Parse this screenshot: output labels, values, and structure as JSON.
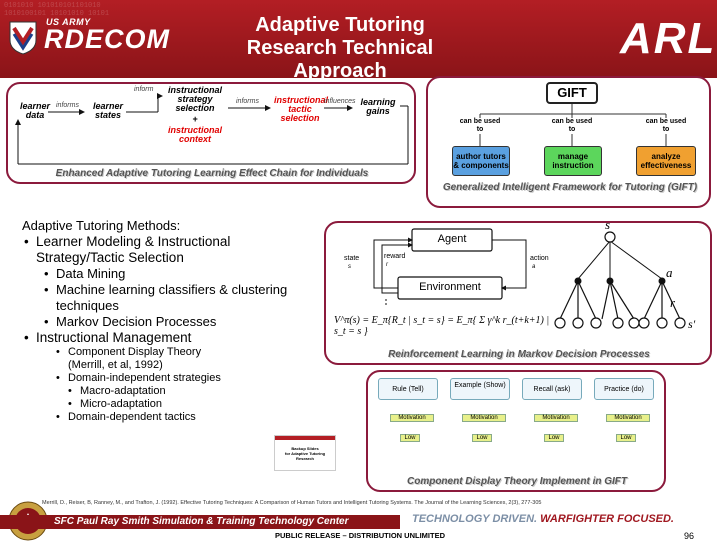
{
  "header": {
    "army_label": "US ARMY",
    "logo": "RDECOM",
    "title": "Adaptive Tutoring Research Technical Approach",
    "right_logo": "ARL",
    "binary_text": "0101010 101010101101010\n1010100101 10101010 10101",
    "brand_color": "#b31e24"
  },
  "chain": {
    "learner_data": "learner data",
    "informs_1": "informs",
    "learner_states": "learner states",
    "informs_2": "inform",
    "strategy_selection": "instructional strategy selection",
    "plus": "+",
    "context": "instructional context",
    "informs_3": "informs",
    "tactic_selection": "instructional tactic selection",
    "influences": "influences",
    "learning_gains": "learning gains",
    "caption": "Enhanced Adaptive Tutoring Learning Effect Chain for Individuals"
  },
  "gift": {
    "title": "GIFT",
    "sub1": "can be used to",
    "sub2": "can be used to",
    "sub3": "can be used to",
    "leaf1": "author tutors & components",
    "leaf2": "manage instruction",
    "leaf3": "analyze effectiveness",
    "leaf1_color": "#5aa0e0",
    "leaf2_color": "#5cd65c",
    "leaf3_color": "#f0a030",
    "caption": "Generalized Intelligent Framework for Tutoring (GIFT)"
  },
  "methods": {
    "heading": "Adaptive Tutoring Methods:",
    "item1": "Learner Modeling & Instructional Strategy/Tactic Selection",
    "item1a": "Data Mining",
    "item1b": "Machine learning classifiers & clustering techniques",
    "item1c": "Markov Decision Processes",
    "item2": "Instructional Management",
    "item2a": "Component Display Theory (Merrill, et al, 1992)",
    "item2b": "Domain-independent strategies",
    "item2b1": "Macro-adaptation",
    "item2b2": "Micro-adaptation",
    "item2c": "Domain-dependent tactics"
  },
  "rl": {
    "agent": "Agent",
    "environment": "Environment",
    "state": "state",
    "state_sym": "s",
    "reward": "reward",
    "reward_sym": "r",
    "action": "action",
    "action_sym": "a",
    "equation": "V^π(s) = E_π{R_t | s_t = s} = E_π{ Σ γ^k r_(t+k+1) | s_t = s }",
    "tree_root": "s",
    "tree_a": "a",
    "tree_r": "r",
    "tree_sprime": "s'",
    "caption": "Reinforcement Learning in Markov Decision Processes"
  },
  "cdt": {
    "cols": [
      "Rule (Tell)",
      "Example (Show)",
      "Recall (ask)",
      "Practice (do)"
    ],
    "motivation": "Motivation",
    "low": "Low",
    "caption": "Component Display Theory Implement in GIFT"
  },
  "thumb": {
    "line1": "Backup Slides",
    "line2": "for Adaptive Tutoring",
    "line3": "Research"
  },
  "footer": {
    "reference": "Merrill, D., Reiser, B, Ranney, M., and Trafton, J. (1992). Effective Tutoring Techniques: A Comparison of Human Tutors and Intelligent Tutoring Systems. The Journal of the Learning Sciences, 2(3), 277-305",
    "center": "SFC Paul Ray Smith Simulation & Training Technology Center",
    "tech": "TECHNOLOGY DRIVEN.",
    "war": "WARFIGHTER FOCUSED.",
    "release": "PUBLIC RELEASE – DISTRIBUTION UNLIMITED",
    "page": "96"
  }
}
